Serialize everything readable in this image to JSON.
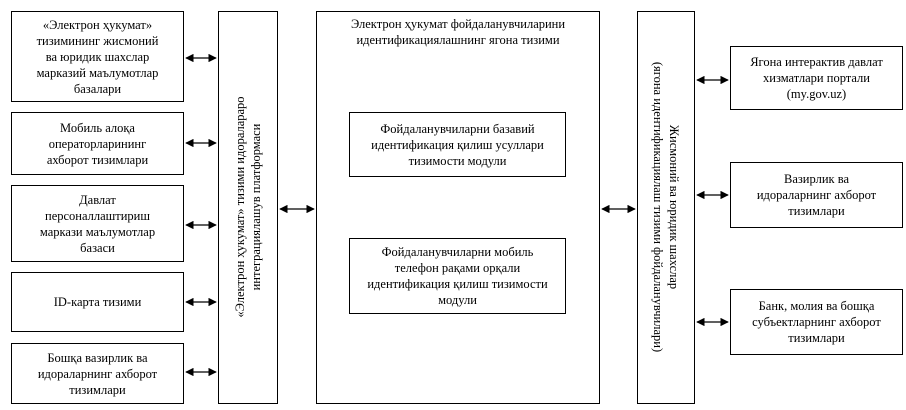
{
  "left_sources": [
    {
      "label": "«Электрон ҳукумат»\nтизимининг жисмоний\nва юридик шахслар\nмарказий маълумотлар\nбазалари"
    },
    {
      "label": "Мобиль алоқа\nоператорларининг\nахборот тизимлари"
    },
    {
      "label": "Давлат\nперсоналлаштириш\nмаркази маълумотлар\nбазаси"
    },
    {
      "label": "ID-карта тизими"
    },
    {
      "label": "Бошқа вазирлик ва\nидораларнинг ахборот\nтизимлари"
    }
  ],
  "integration_platform": {
    "label": "«Электрон ҳукумат» тизими идоралараро\nинтеграциялашув платформаси"
  },
  "center_system": {
    "title": "Электрон ҳукумат фойдаланувчиларини\nидентификациялашнинг ягона тизими",
    "modules": [
      {
        "label": "Фойдаланувчиларни базавий\nидентификация қилиш усуллари\nтизимости модули"
      },
      {
        "label": "Фойдаланувчиларни мобиль\nтелефон рақами орқали\nидентификация қилиш тизимости\nмодули"
      }
    ]
  },
  "identification_system": {
    "label": "Жисмоний ва юридик шахслар\n(ягона идентификациялаш тизими фойдаланувчилари)"
  },
  "right_consumers": [
    {
      "label": "Ягона интерактив давлат\nхизматлари портали\n(my.gov.uz)"
    },
    {
      "label": "Вазирлик ва\nидораларнинг ахборот\nтизимлари"
    },
    {
      "label": "Банк, молия ва бошқа\nсубъектларнинг ахборот\nтизимлари"
    }
  ]
}
